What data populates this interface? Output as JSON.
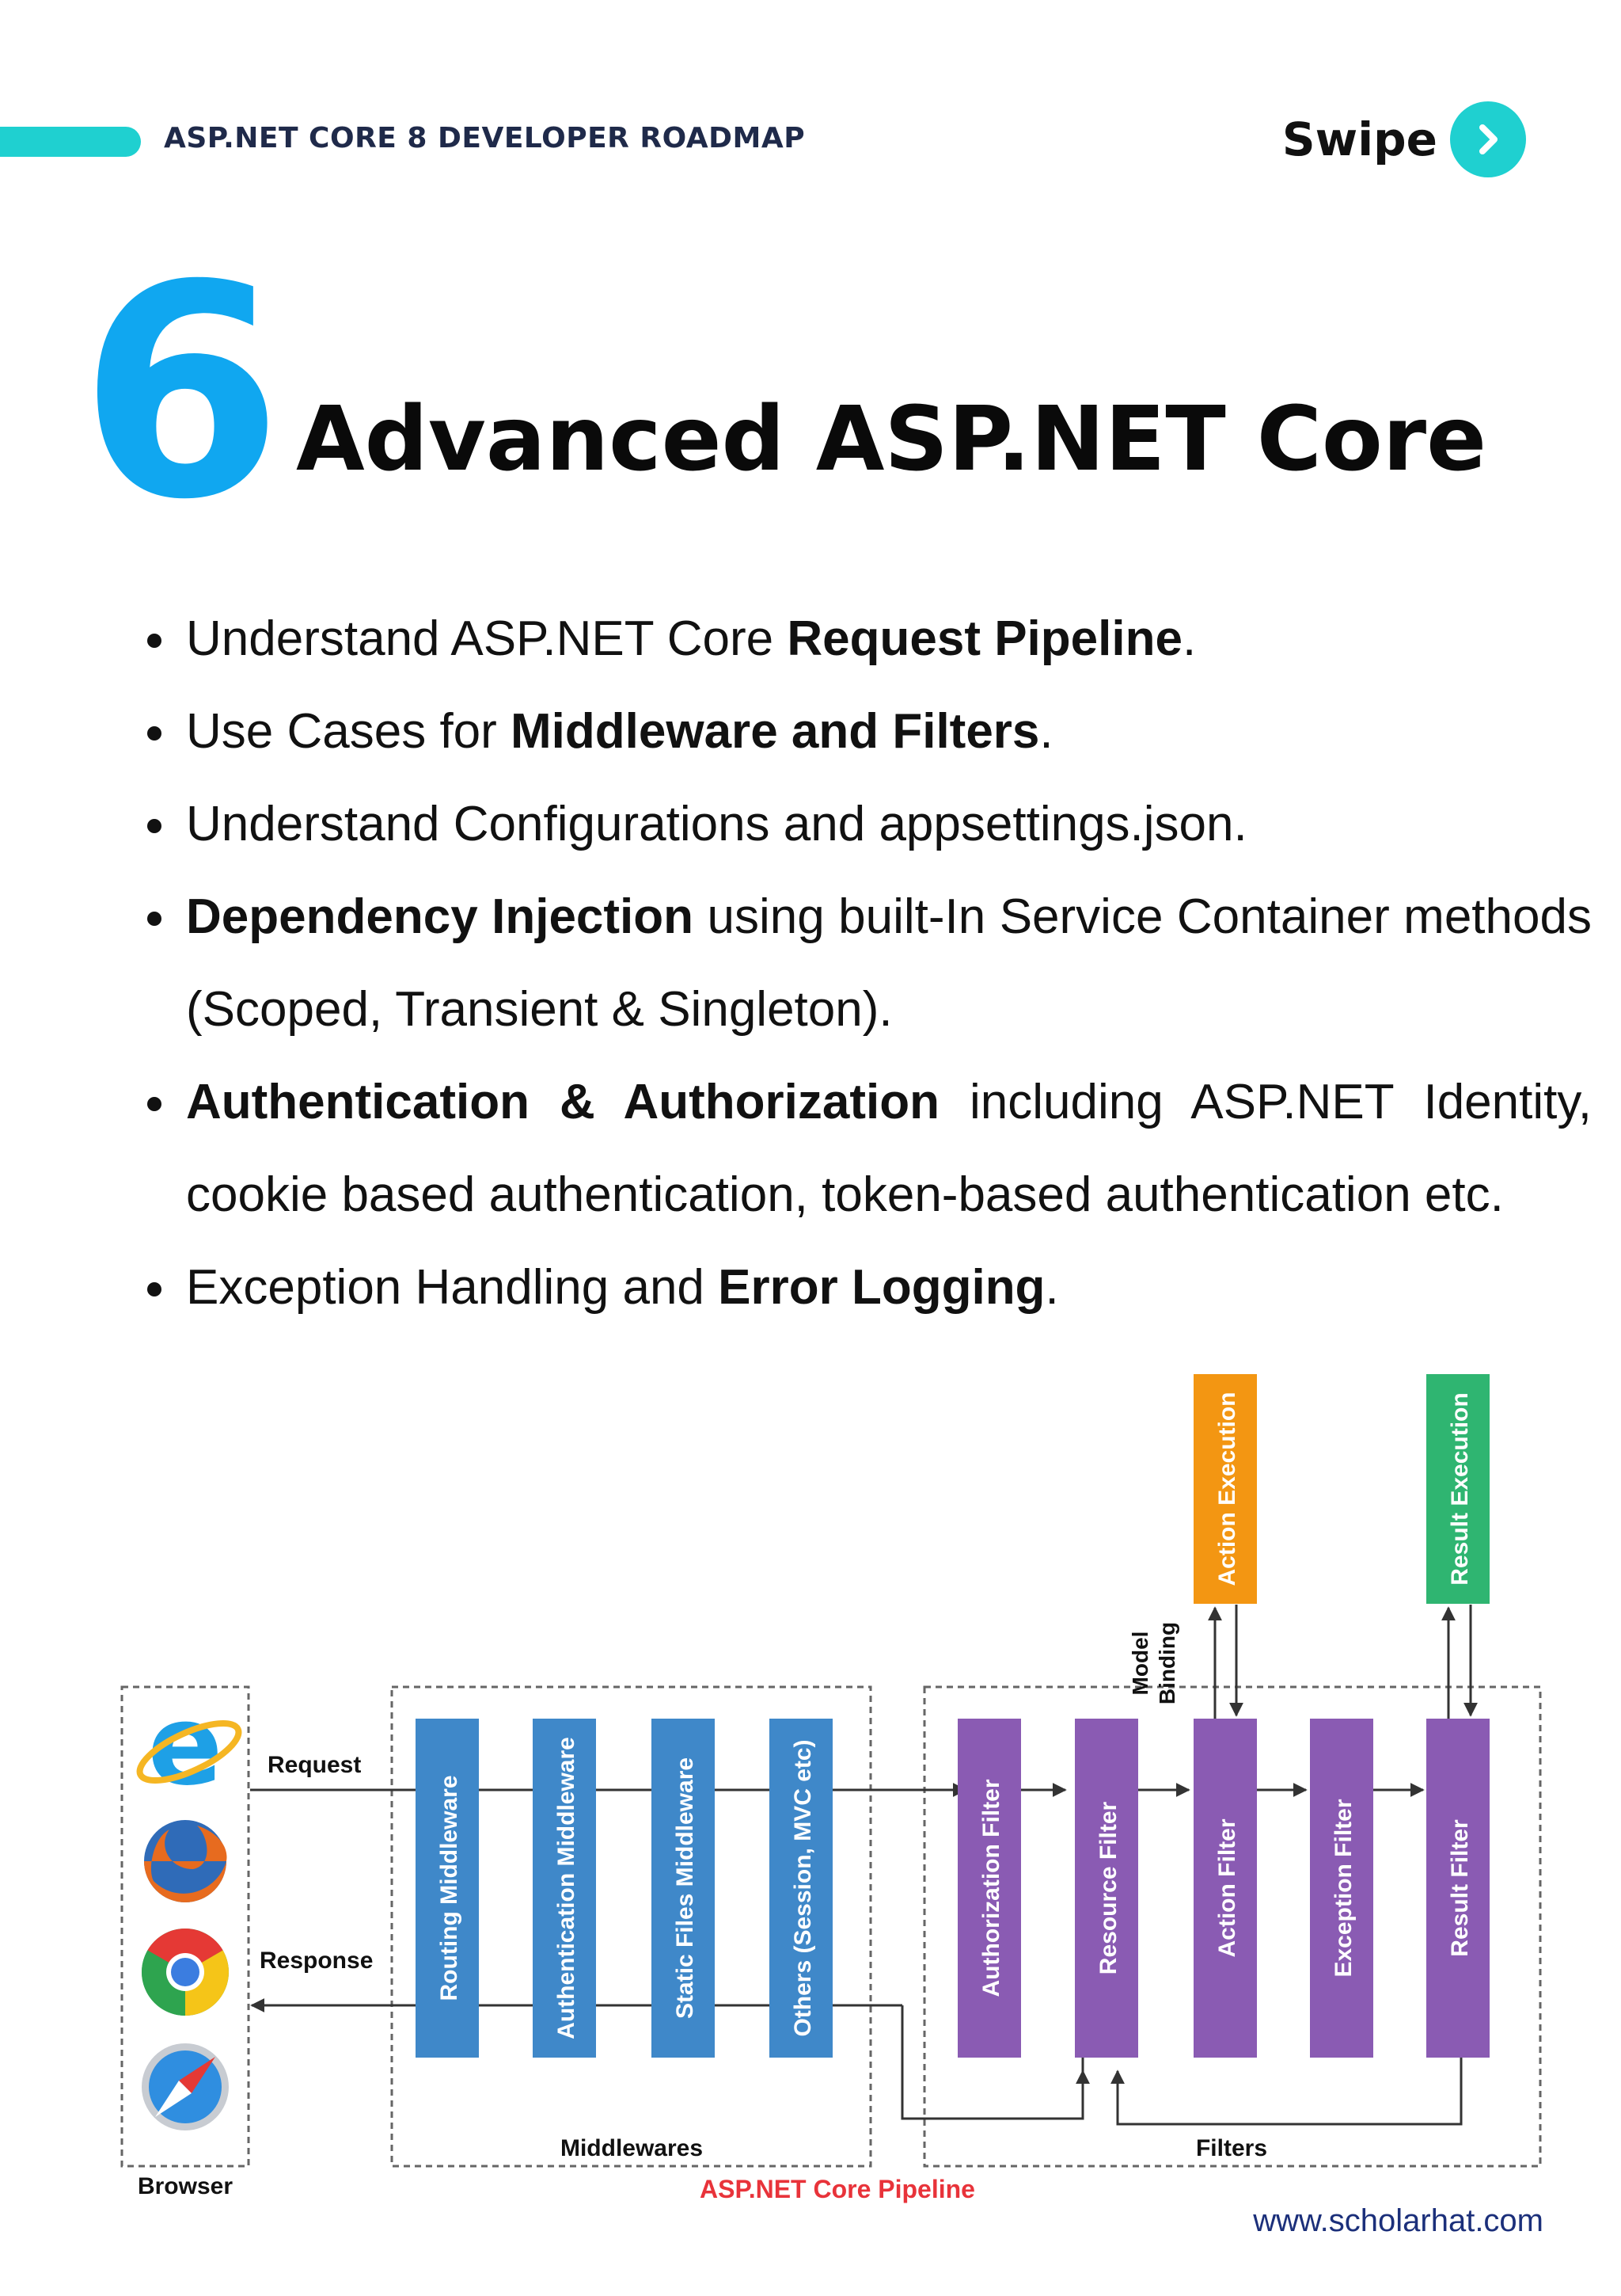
{
  "header": {
    "roadmap_title": "ASP.NET CORE 8 DEVELOPER ROADMAP",
    "swipe_label": "Swipe"
  },
  "section": {
    "number": "6",
    "title": "Advanced ASP.NET Core"
  },
  "bullets": [
    {
      "parts": [
        {
          "text": "Understand ASP.NET Core ",
          "bold": false
        },
        {
          "text": "Request Pipeline",
          "bold": true
        },
        {
          "text": ".",
          "bold": false
        }
      ]
    },
    {
      "parts": [
        {
          "text": "Use Cases for ",
          "bold": false
        },
        {
          "text": "Middleware and Filters",
          "bold": true
        },
        {
          "text": ".",
          "bold": false
        }
      ]
    },
    {
      "parts": [
        {
          "text": "Understand Configurations and appsettings.json.",
          "bold": false
        }
      ]
    },
    {
      "parts": [
        {
          "text": "Dependency Injection",
          "bold": true
        },
        {
          "text": " using built-In Service Container methods (Scoped, Transient & Singleton).",
          "bold": false
        }
      ]
    },
    {
      "parts": [
        {
          "text": "Authentication & Authorization",
          "bold": true
        },
        {
          "text": " including ASP.NET Identity, cookie based authentication, token-based authentication etc.",
          "bold": false
        }
      ]
    },
    {
      "parts": [
        {
          "text": "Exception Handling and ",
          "bold": false
        },
        {
          "text": "Error Logging",
          "bold": true
        },
        {
          "text": ".",
          "bold": false
        }
      ]
    }
  ],
  "diagram": {
    "request_label": "Request",
    "response_label": "Response",
    "browser_label": "Browser",
    "middlewares_label": "Middlewares",
    "filters_label": "Filters",
    "pipeline_label": "ASP.NET Core Pipeline",
    "model_binding_label": [
      "Model",
      "Binding"
    ],
    "middlewares": [
      "Routing Middleware",
      "Authentication Middleware",
      "Static Files Middleware",
      "Others (Session, MVC etc)"
    ],
    "filters": [
      "Authorization Filter",
      "Resource Filter",
      "Action Filter",
      "Exception Filter",
      "Result Filter"
    ],
    "action_execution_label": "Action Execution",
    "result_execution_label": "Result Execution",
    "browsers": [
      "ie-icon",
      "firefox-icon",
      "chrome-icon",
      "safari-icon"
    ],
    "colors": {
      "middleware": "#3f88c9",
      "filter": "#8a5bb3",
      "action_execution": "#f39612",
      "result_execution": "#2fb571",
      "pipeline_label": "#e8333a"
    }
  },
  "footer": {
    "website": "www.scholarhat.com"
  }
}
